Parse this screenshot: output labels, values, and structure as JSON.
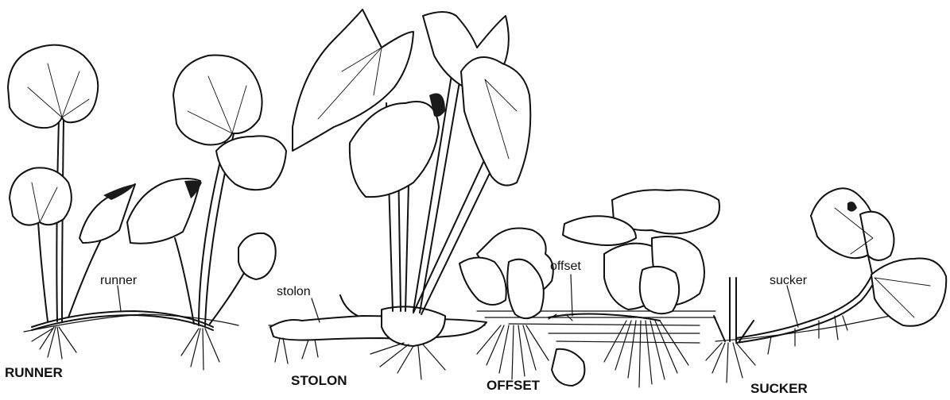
{
  "labels": {
    "runner_title": "RUNNER",
    "runner_part": "runner",
    "stolon_title": "STOLON",
    "stolon_part": "stolon",
    "offset_title": "OFFSET",
    "offset_part": "offset",
    "sucker_title": "SUCKER",
    "sucker_part": "sucker"
  }
}
